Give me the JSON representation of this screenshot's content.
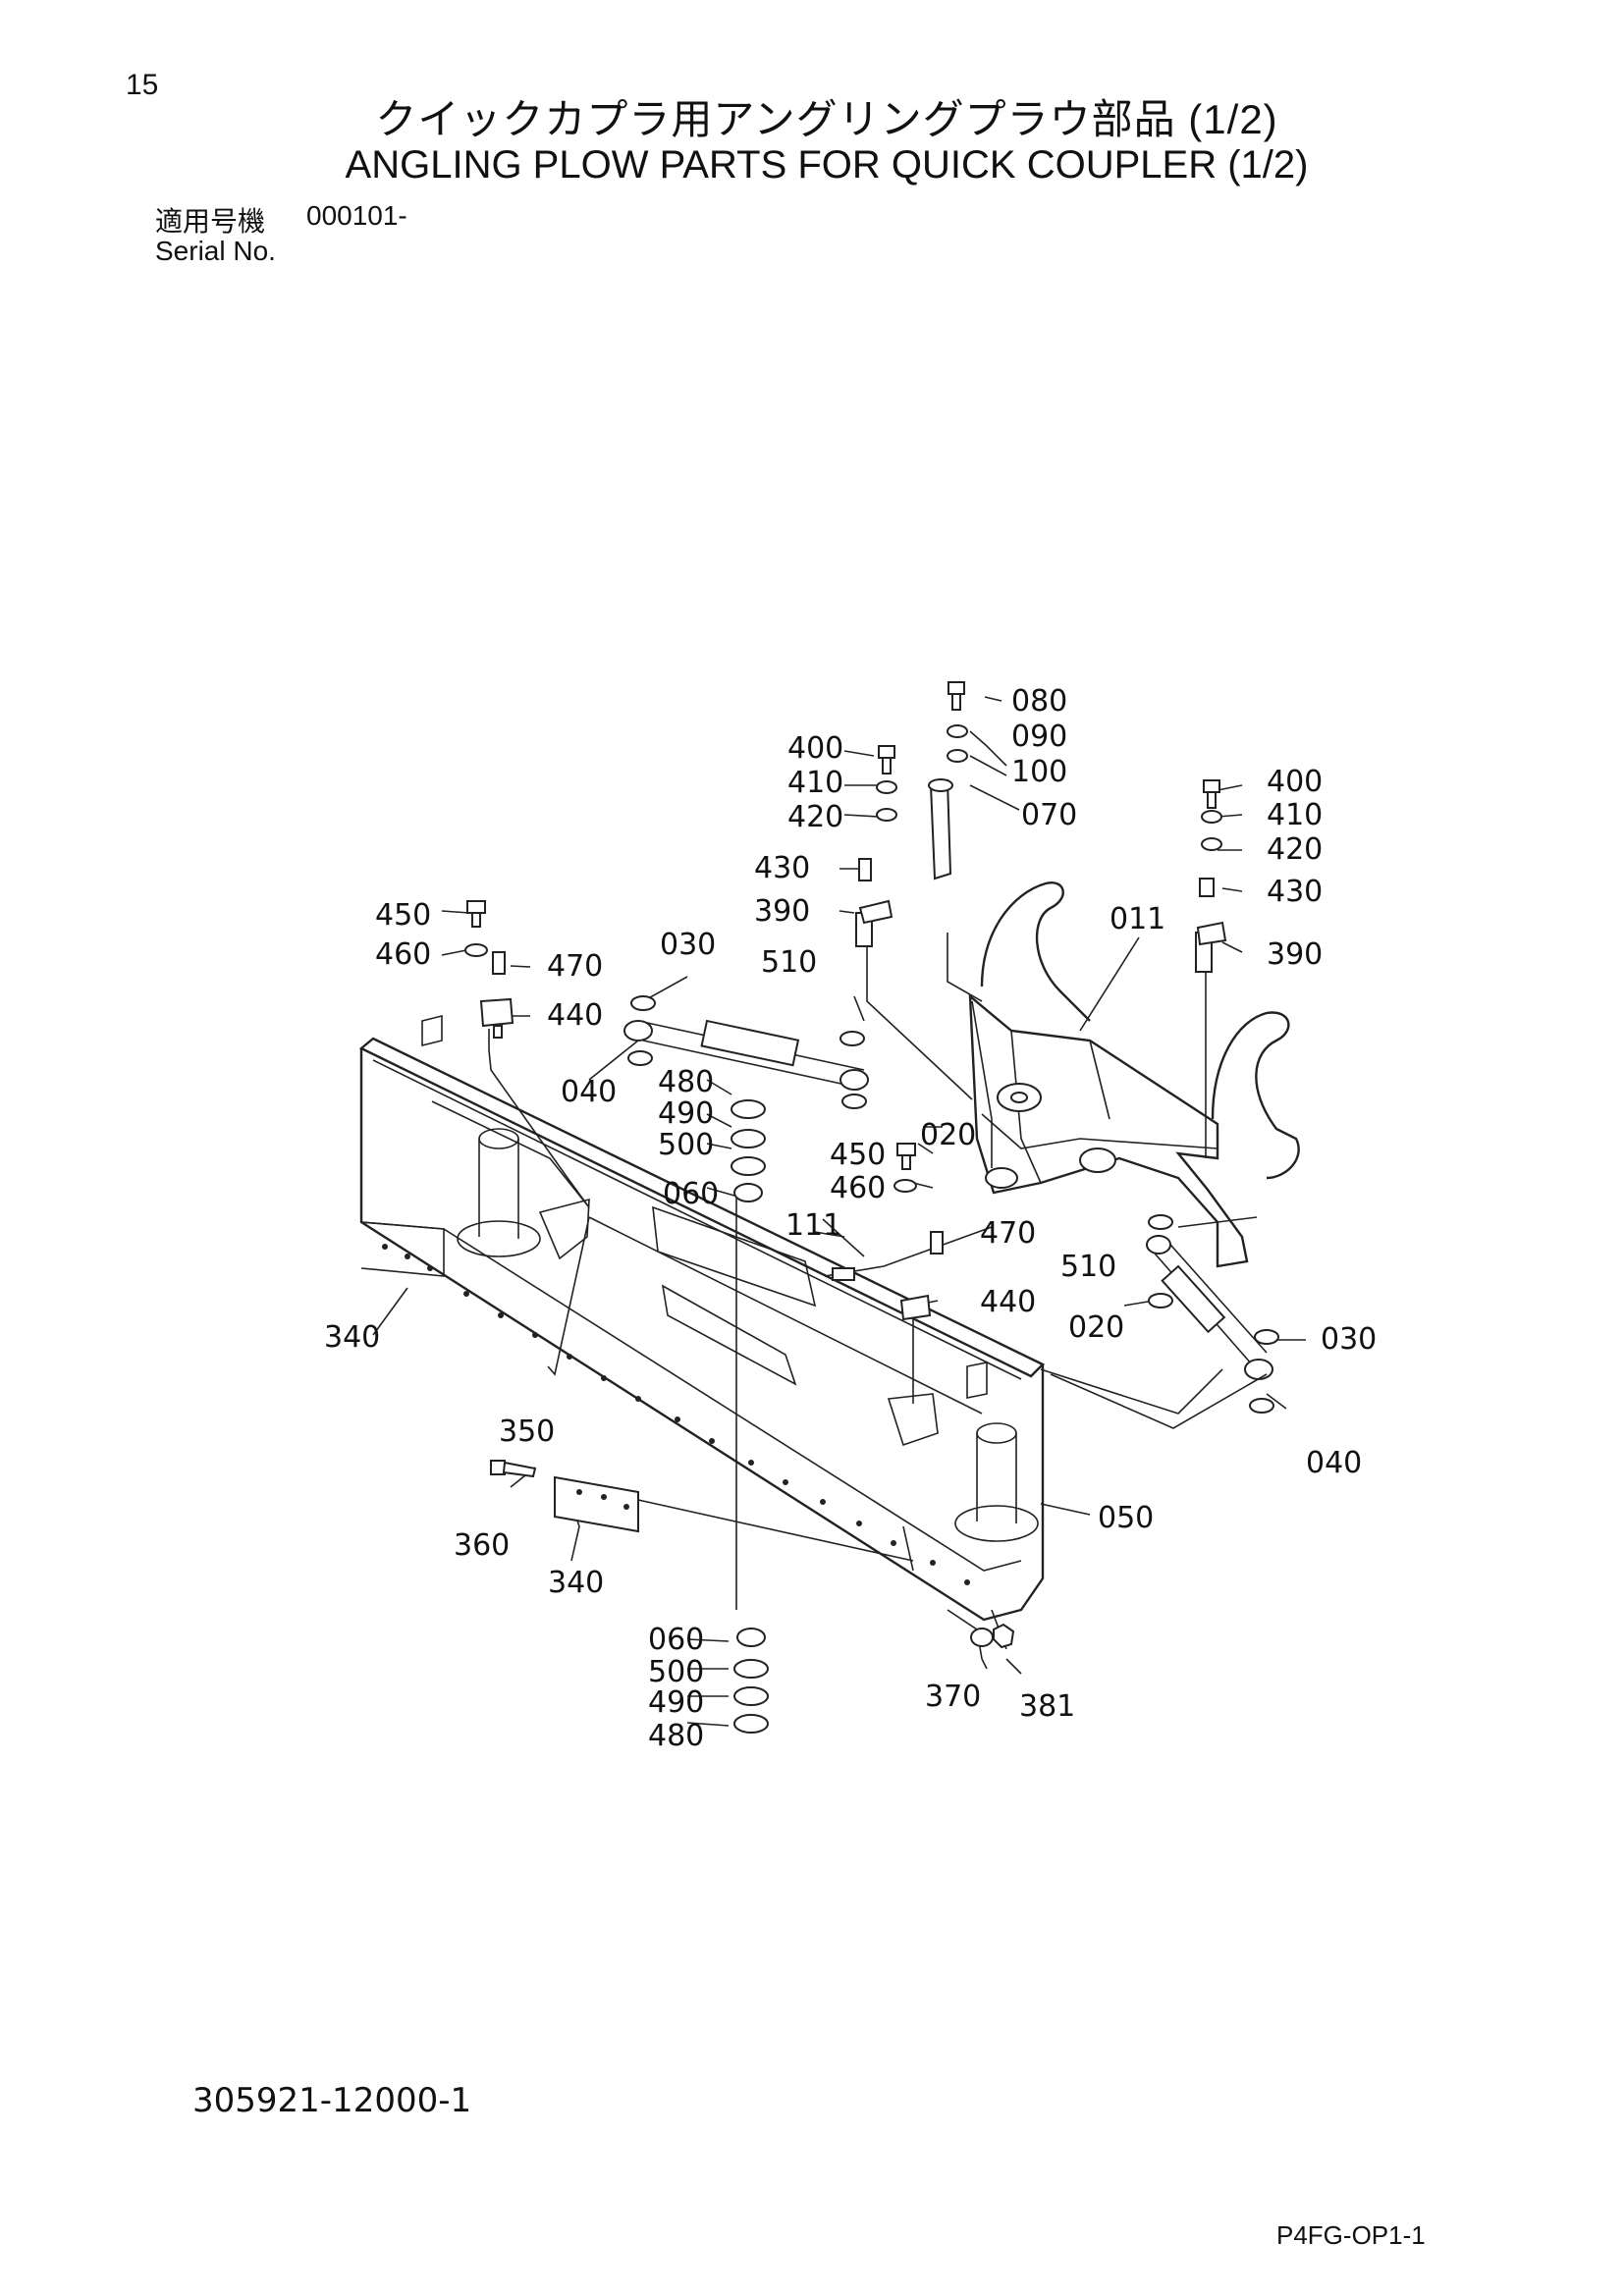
{
  "header": {
    "page_number": "15",
    "title_jp": "クイックカプラ用アングリングプラウ部品 (1/2)",
    "title_en": "ANGLING PLOW PARTS FOR QUICK COUPLER (1/2)",
    "serial_label_jp": "適用号機",
    "serial_value": "000101-",
    "serial_label_en": "Serial No."
  },
  "callouts": {
    "c080": "080",
    "c090": "090",
    "c100": "100",
    "c070": "070",
    "c400a": "400",
    "c410a": "410",
    "c420a": "420",
    "c430a": "430",
    "c390a": "390",
    "c400b": "400",
    "c410b": "410",
    "c420b": "420",
    "c430b": "430",
    "c390b": "390",
    "c011": "011",
    "c510a": "510",
    "c030a": "030",
    "c450a": "450",
    "c460a": "460",
    "c470a": "470",
    "c440a": "440",
    "c040a": "040",
    "c480a": "480",
    "c490a": "490",
    "c500a": "500",
    "c060a": "060",
    "c020a": "020",
    "c450b": "450",
    "c460b": "460",
    "c111": "111",
    "c470b": "470",
    "c440b": "440",
    "c510b": "510",
    "c020b": "020",
    "c030b": "030",
    "c040b": "040",
    "c340a": "340",
    "c350": "350",
    "c360": "360",
    "c340b": "340",
    "c050": "050",
    "c060b": "060",
    "c500b": "500",
    "c490b": "490",
    "c480b": "480",
    "c370": "370",
    "c381": "381"
  },
  "footer": {
    "drawing_number": "305921-12000-1",
    "page_code": "P4FG-OP1-1"
  }
}
